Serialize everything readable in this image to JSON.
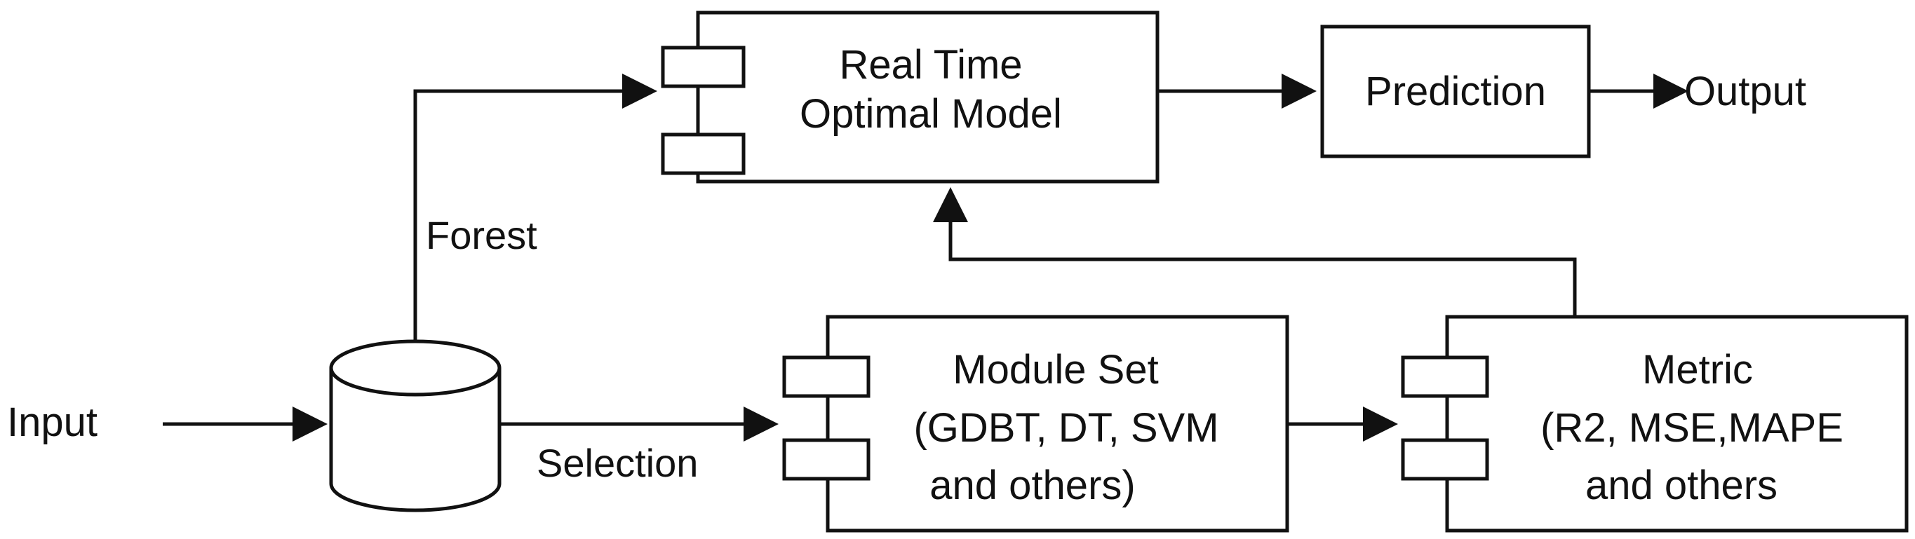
{
  "nodes": {
    "real_time_model": {
      "line1": "Real Time",
      "line2": "Optimal Model"
    },
    "prediction": {
      "label": "Prediction"
    },
    "output": {
      "label": "Output"
    },
    "module_set": {
      "line1": "Module Set",
      "line2": "(GDBT, DT, SVM",
      "line3": "and others)"
    },
    "metric": {
      "line1": "Metric",
      "line2": "(R2, MSE,MAPE",
      "line3": "and others"
    },
    "input": {
      "label": "Input"
    }
  },
  "edges": {
    "forest": "Forest",
    "selection": "Selection"
  },
  "colors": {
    "stroke": "#111111",
    "background": "#ffffff"
  }
}
